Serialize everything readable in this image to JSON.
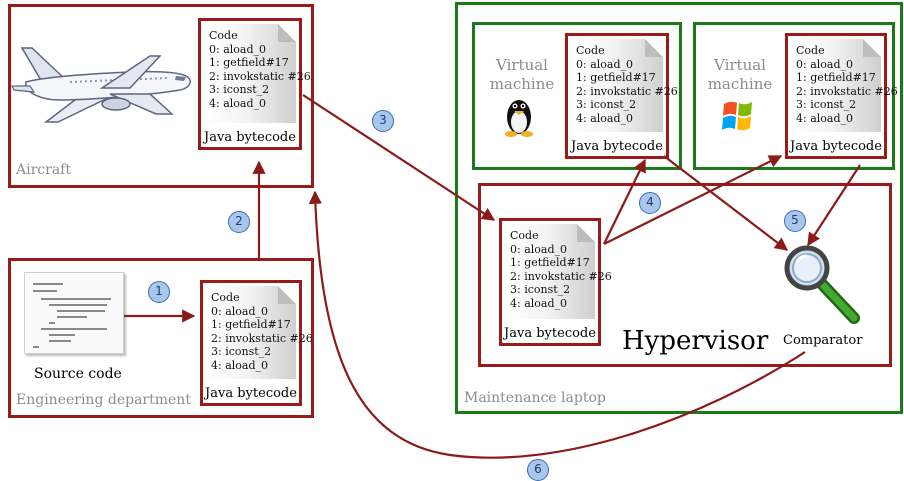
{
  "groups": {
    "aircraft": "Aircraft",
    "engineering": "Engineering department",
    "laptop": "Maintenance laptop"
  },
  "bytecode": {
    "header": "Code",
    "lines": [
      "0: aload_0",
      "1: getfield#17",
      "2: invokstatic #26",
      "3: iconst_2",
      "4: aload_0"
    ],
    "caption": "Java bytecode"
  },
  "vm_label": "Virtual\nmachine",
  "hypervisor": "Hypervisor",
  "comparator": "Comparator",
  "source_code": "Source code",
  "steps": [
    "1",
    "2",
    "3",
    "4",
    "5",
    "6"
  ],
  "icons": {
    "aircraft": "airplane-icon",
    "linux": "tux-penguin-icon",
    "windows": "windows-logo-icon",
    "comparator": "magnifying-glass-icon",
    "source": "source-code-document-icon"
  },
  "colors": {
    "arrow": "#8b1a1a",
    "red_box": "#9b1b1b",
    "green_box": "#1a7a1a",
    "badge": "#a9c6ec"
  }
}
